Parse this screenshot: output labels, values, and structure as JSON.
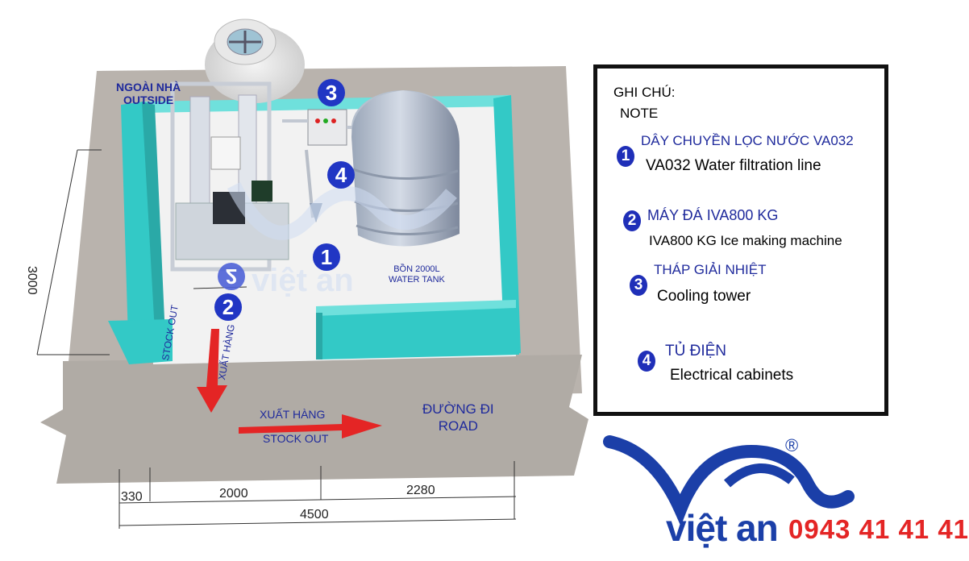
{
  "diagram": {
    "outside_label": [
      "NGOÀI NHÀ",
      "OUTSIDE"
    ],
    "tank_label": [
      "BỒN 2000L",
      "WATER TANK"
    ],
    "road_label": [
      "ĐƯỜNG ĐI",
      "ROAD"
    ],
    "stock_out_horizontal": [
      "XUẤT HÀNG",
      "STOCK OUT"
    ],
    "stock_out_vertical": [
      "STOCK OUT",
      "XUẤT HÀNG"
    ],
    "watermark": "việt an",
    "markers": [
      "1",
      "2",
      "3",
      "4"
    ],
    "dimensions": {
      "height": "3000",
      "left_gap": "330",
      "segment_1": "2000",
      "segment_2": "2280",
      "total": "4500"
    }
  },
  "legend": {
    "title": "GHI CHÚ:",
    "subtitle": "NOTE",
    "items": [
      {
        "number": "1",
        "vi": "DÂY CHUYỀN LỌC NƯỚC VA032",
        "en": "VA032 Water filtration line"
      },
      {
        "number": "2",
        "vi": "MÁY ĐÁ IVA800 KG",
        "en": "IVA800 KG Ice making machine"
      },
      {
        "number": "3",
        "vi": "THÁP GIẢI NHIỆT",
        "en": "Cooling tower"
      },
      {
        "number": "4",
        "vi": "TỦ ĐIỆN",
        "en": "Electrical cabinets"
      }
    ]
  },
  "brand": {
    "name": "việt an",
    "registered": "®",
    "phone": "0943 41 41 41"
  },
  "colors": {
    "wall": "#33c9c6",
    "ground": "#b8b2ac",
    "marker_blue": "#2136c4",
    "arrow_red": "#e42525",
    "brand_blue": "#1b3fa8"
  }
}
